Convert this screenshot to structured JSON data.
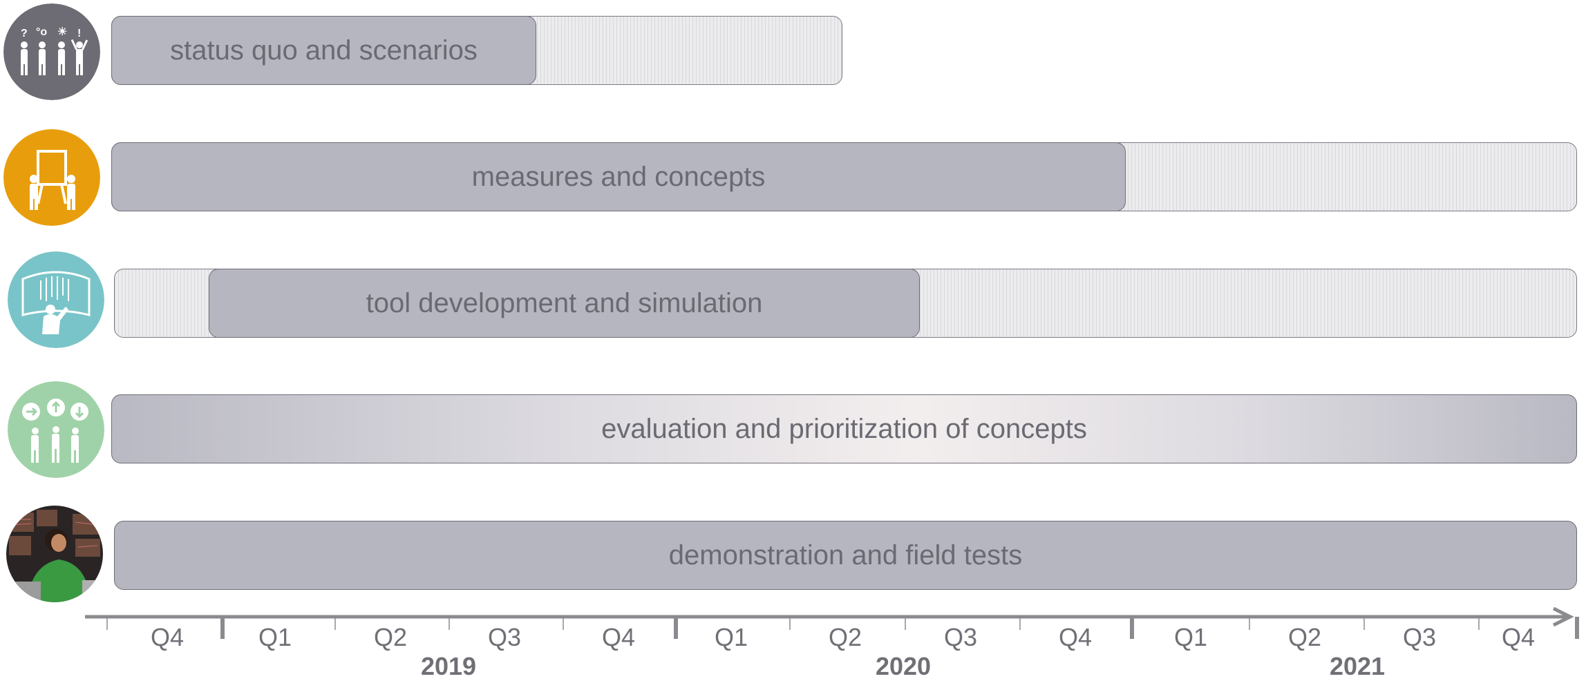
{
  "phases": [
    {
      "label": "status quo and scenarios",
      "icon": "brainstorm-people-icon",
      "icon_color": "#6d6b73"
    },
    {
      "label": "measures and concepts",
      "icon": "presentation-board-icon",
      "icon_color": "#e89e0c"
    },
    {
      "label": "tool development and simulation",
      "icon": "simulation-screen-icon",
      "icon_color": "#79c4c8"
    },
    {
      "label": "evaluation and prioritization of concepts",
      "icon": "voting-people-icon",
      "icon_color": "#9fd2a8"
    },
    {
      "label": "demonstration and field tests",
      "icon": "control-room-photo-icon",
      "icon_color": "#3a9a42"
    }
  ],
  "timeline": {
    "quarters": [
      "Q4",
      "Q1",
      "Q2",
      "Q3",
      "Q4",
      "Q1",
      "Q2",
      "Q3",
      "Q4",
      "Q1",
      "Q2",
      "Q3",
      "Q4"
    ],
    "years": [
      "2019",
      "2020",
      "2021"
    ]
  },
  "colors": {
    "bar_fill": "#b6b6c0",
    "track_fill": "#e8e8ea",
    "axis": "#8a8a8f",
    "text": "#6a6a72"
  }
}
